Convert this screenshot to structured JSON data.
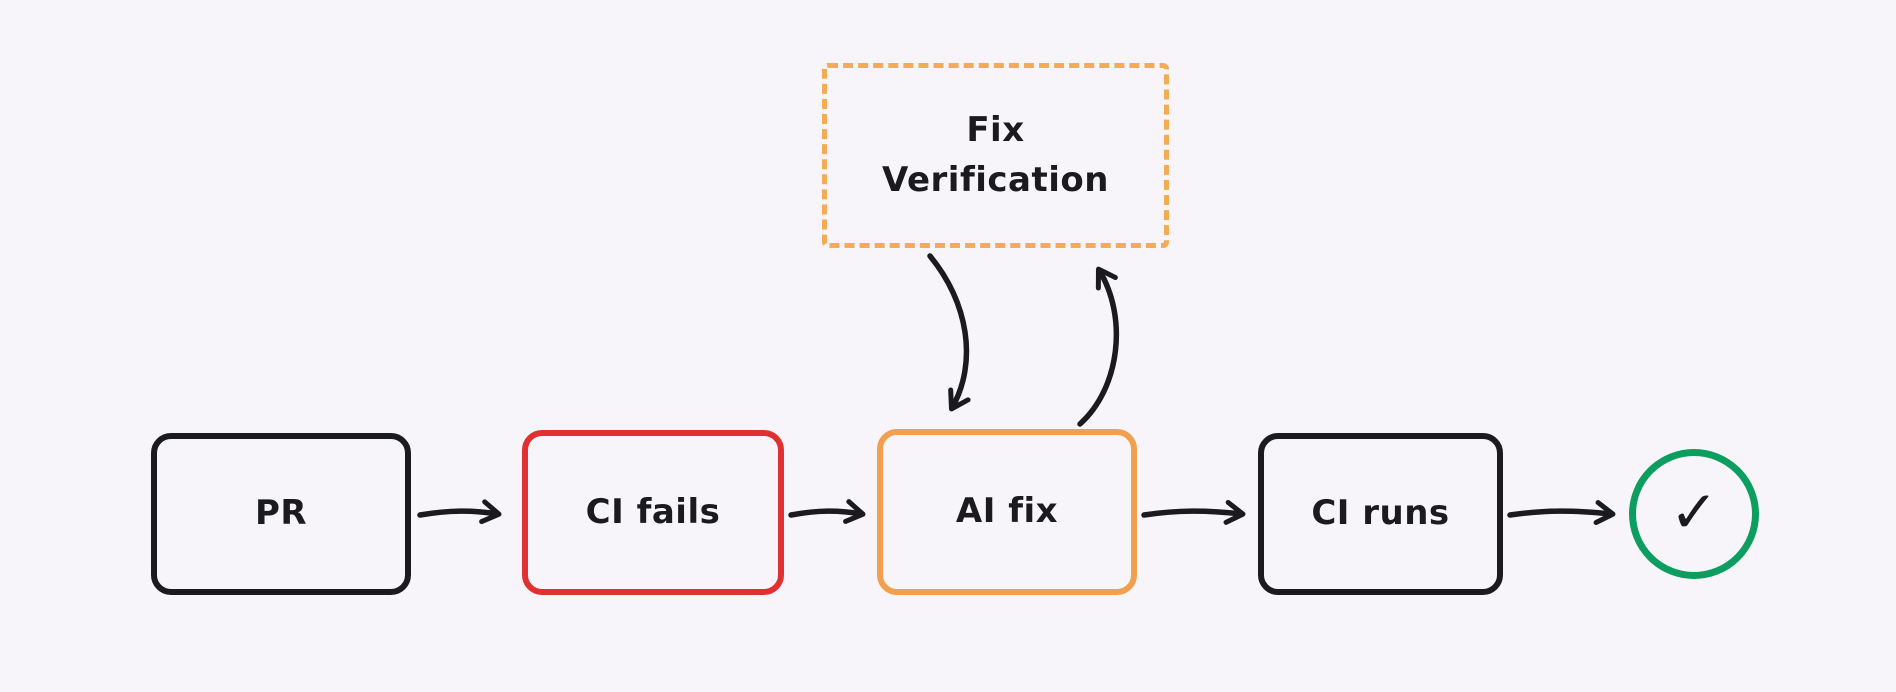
{
  "background": "#f7f5f9",
  "colors": {
    "stroke_black": "#1b1b1f",
    "fail_red": "#e03131",
    "fix_orange": "#f0a04e",
    "verify_orange_dashed": "#f3ab54",
    "success_green": "#0b9e5f"
  },
  "nodes": {
    "pr": {
      "label": "PR",
      "border": "#1b1b1f",
      "border_style": "solid"
    },
    "ci_fails": {
      "label": "CI fails",
      "border": "#e03131",
      "border_style": "solid"
    },
    "ai_fix": {
      "label": "AI fix",
      "border": "#f0a04e",
      "border_style": "solid"
    },
    "ci_runs": {
      "label": "CI runs",
      "border": "#1b1b1f",
      "border_style": "solid"
    },
    "fix_verification": {
      "label": "Fix\nVerification",
      "border": "#f3ab54",
      "border_style": "dashed"
    },
    "success": {
      "icon": "✓",
      "icon_name": "check-icon",
      "border": "#0b9e5f",
      "shape": "circle"
    }
  },
  "edges": [
    {
      "from": "pr",
      "to": "ci_fails",
      "shape": "straight"
    },
    {
      "from": "ci_fails",
      "to": "ai_fix",
      "shape": "straight"
    },
    {
      "from": "ai_fix",
      "to": "ci_runs",
      "shape": "straight"
    },
    {
      "from": "ci_runs",
      "to": "success",
      "shape": "straight"
    },
    {
      "from": "fix_verification",
      "to": "ai_fix",
      "shape": "curved"
    },
    {
      "from": "ai_fix",
      "to": "fix_verification",
      "shape": "curved"
    }
  ]
}
